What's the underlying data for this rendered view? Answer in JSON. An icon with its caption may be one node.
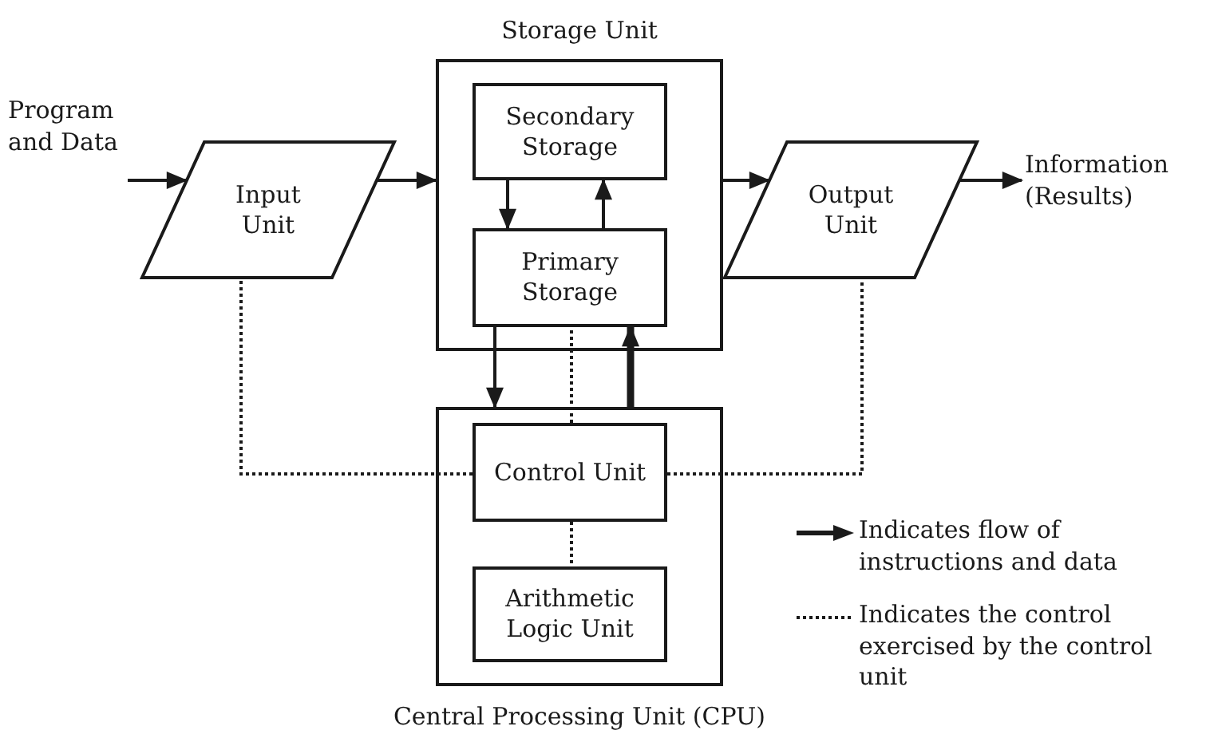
{
  "diagram": {
    "nodes": [
      {
        "text": [
          "Storage Unit"
        ]
      },
      {
        "text": [
          "Secondary Storage"
        ],
        "in": 0
      },
      {
        "text": [
          "Primary Storage"
        ],
        "in": 0
      },
      {
        "text": [
          "Program and Data"
        ]
      },
      {
        "text": [
          "Input Unit"
        ]
      },
      {
        "text": [
          "Output Unit"
        ]
      },
      {
        "text": [
          "Information (Results)"
        ]
      },
      {
        "text": [
          "Central Processing Unit (CPU)"
        ]
      },
      {
        "text": [
          "Control Unit"
        ],
        "in": 7
      },
      {
        "text": [
          "Arithmetic Logic Unit"
        ],
        "in": 7
      }
    ],
    "edges": [
      {
        "from": 3,
        "to": 4,
        "arrow": "to"
      },
      {
        "from": 4,
        "to": 0,
        "arrow": "to"
      },
      {
        "from": 0,
        "to": 5,
        "arrow": "to"
      },
      {
        "from": 5,
        "to": 6,
        "arrow": "to"
      },
      {
        "from": 1,
        "to": 2,
        "arrow": "to"
      },
      {
        "from": 2,
        "to": 1,
        "arrow": "to"
      },
      {
        "from": 2,
        "to": 7,
        "arrow": "to"
      },
      {
        "from": 7,
        "to": 2,
        "arrow": "to",
        "style": "thick"
      },
      {
        "from": 8,
        "to": 2,
        "arrow": "none",
        "style": "dashed"
      },
      {
        "from": 8,
        "to": 4,
        "arrow": "none",
        "style": "dashed"
      },
      {
        "from": 8,
        "to": 5,
        "arrow": "none",
        "style": "dashed"
      },
      {
        "from": 8,
        "to": 9,
        "arrow": "none",
        "style": "dashed"
      }
    ],
    "legend": [
      {
        "text": "Indicates flow of instructions and data"
      },
      {
        "text": "Indicates the control exercised by the control unit"
      }
    ]
  }
}
